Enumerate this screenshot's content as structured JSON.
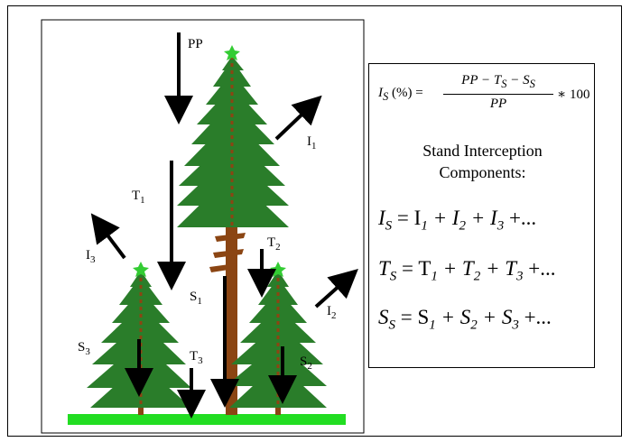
{
  "labels": {
    "pp": "PP",
    "t1": "T",
    "t1_sub": "1",
    "t2": "T",
    "t2_sub": "2",
    "t3": "T",
    "t3_sub": "3",
    "i1": "I",
    "i1_sub": "1",
    "i2": "I",
    "i2_sub": "2",
    "i3": "I",
    "i3_sub": "3",
    "s1": "S",
    "s1_sub": "1",
    "s2": "S",
    "s2_sub": "2",
    "s3": "S",
    "s3_sub": "3"
  },
  "formula": {
    "lhs": "I",
    "lhs_sub": "S",
    "lhs_unit": " (%) =",
    "numerator": "PP − T",
    "numerator_sub1": "S",
    "numerator_mid": " − S",
    "numerator_sub2": "S",
    "denominator": "PP",
    "tail": "∗ 100"
  },
  "heading": {
    "line1": "Stand Interception",
    "line2": "Components:"
  },
  "sums": [
    {
      "lhs": "I",
      "lhs_sub": "S",
      "rhs": "= I",
      "s1": "1",
      "p1": " + I",
      "s2": "2",
      "p2": " + I",
      "s3": "3",
      "end": " +..."
    },
    {
      "lhs": "T",
      "lhs_sub": "S",
      "rhs": "= T",
      "s1": "1",
      "p1": " + T",
      "s2": "2",
      "p2": " + T",
      "s3": "3",
      "end": " +..."
    },
    {
      "lhs": "S",
      "lhs_sub": "S",
      "rhs": "= S",
      "s1": "1",
      "p1": " + S",
      "s2": "2",
      "p2": " + S",
      "s3": "3",
      "end": " +..."
    }
  ],
  "colors": {
    "foliage": "#2a7d2a",
    "foliage_light": "#3f9a3a",
    "trunk": "#8b4513",
    "ground": "#22dd22",
    "star": "#33cc33",
    "arrow": "#000000"
  }
}
